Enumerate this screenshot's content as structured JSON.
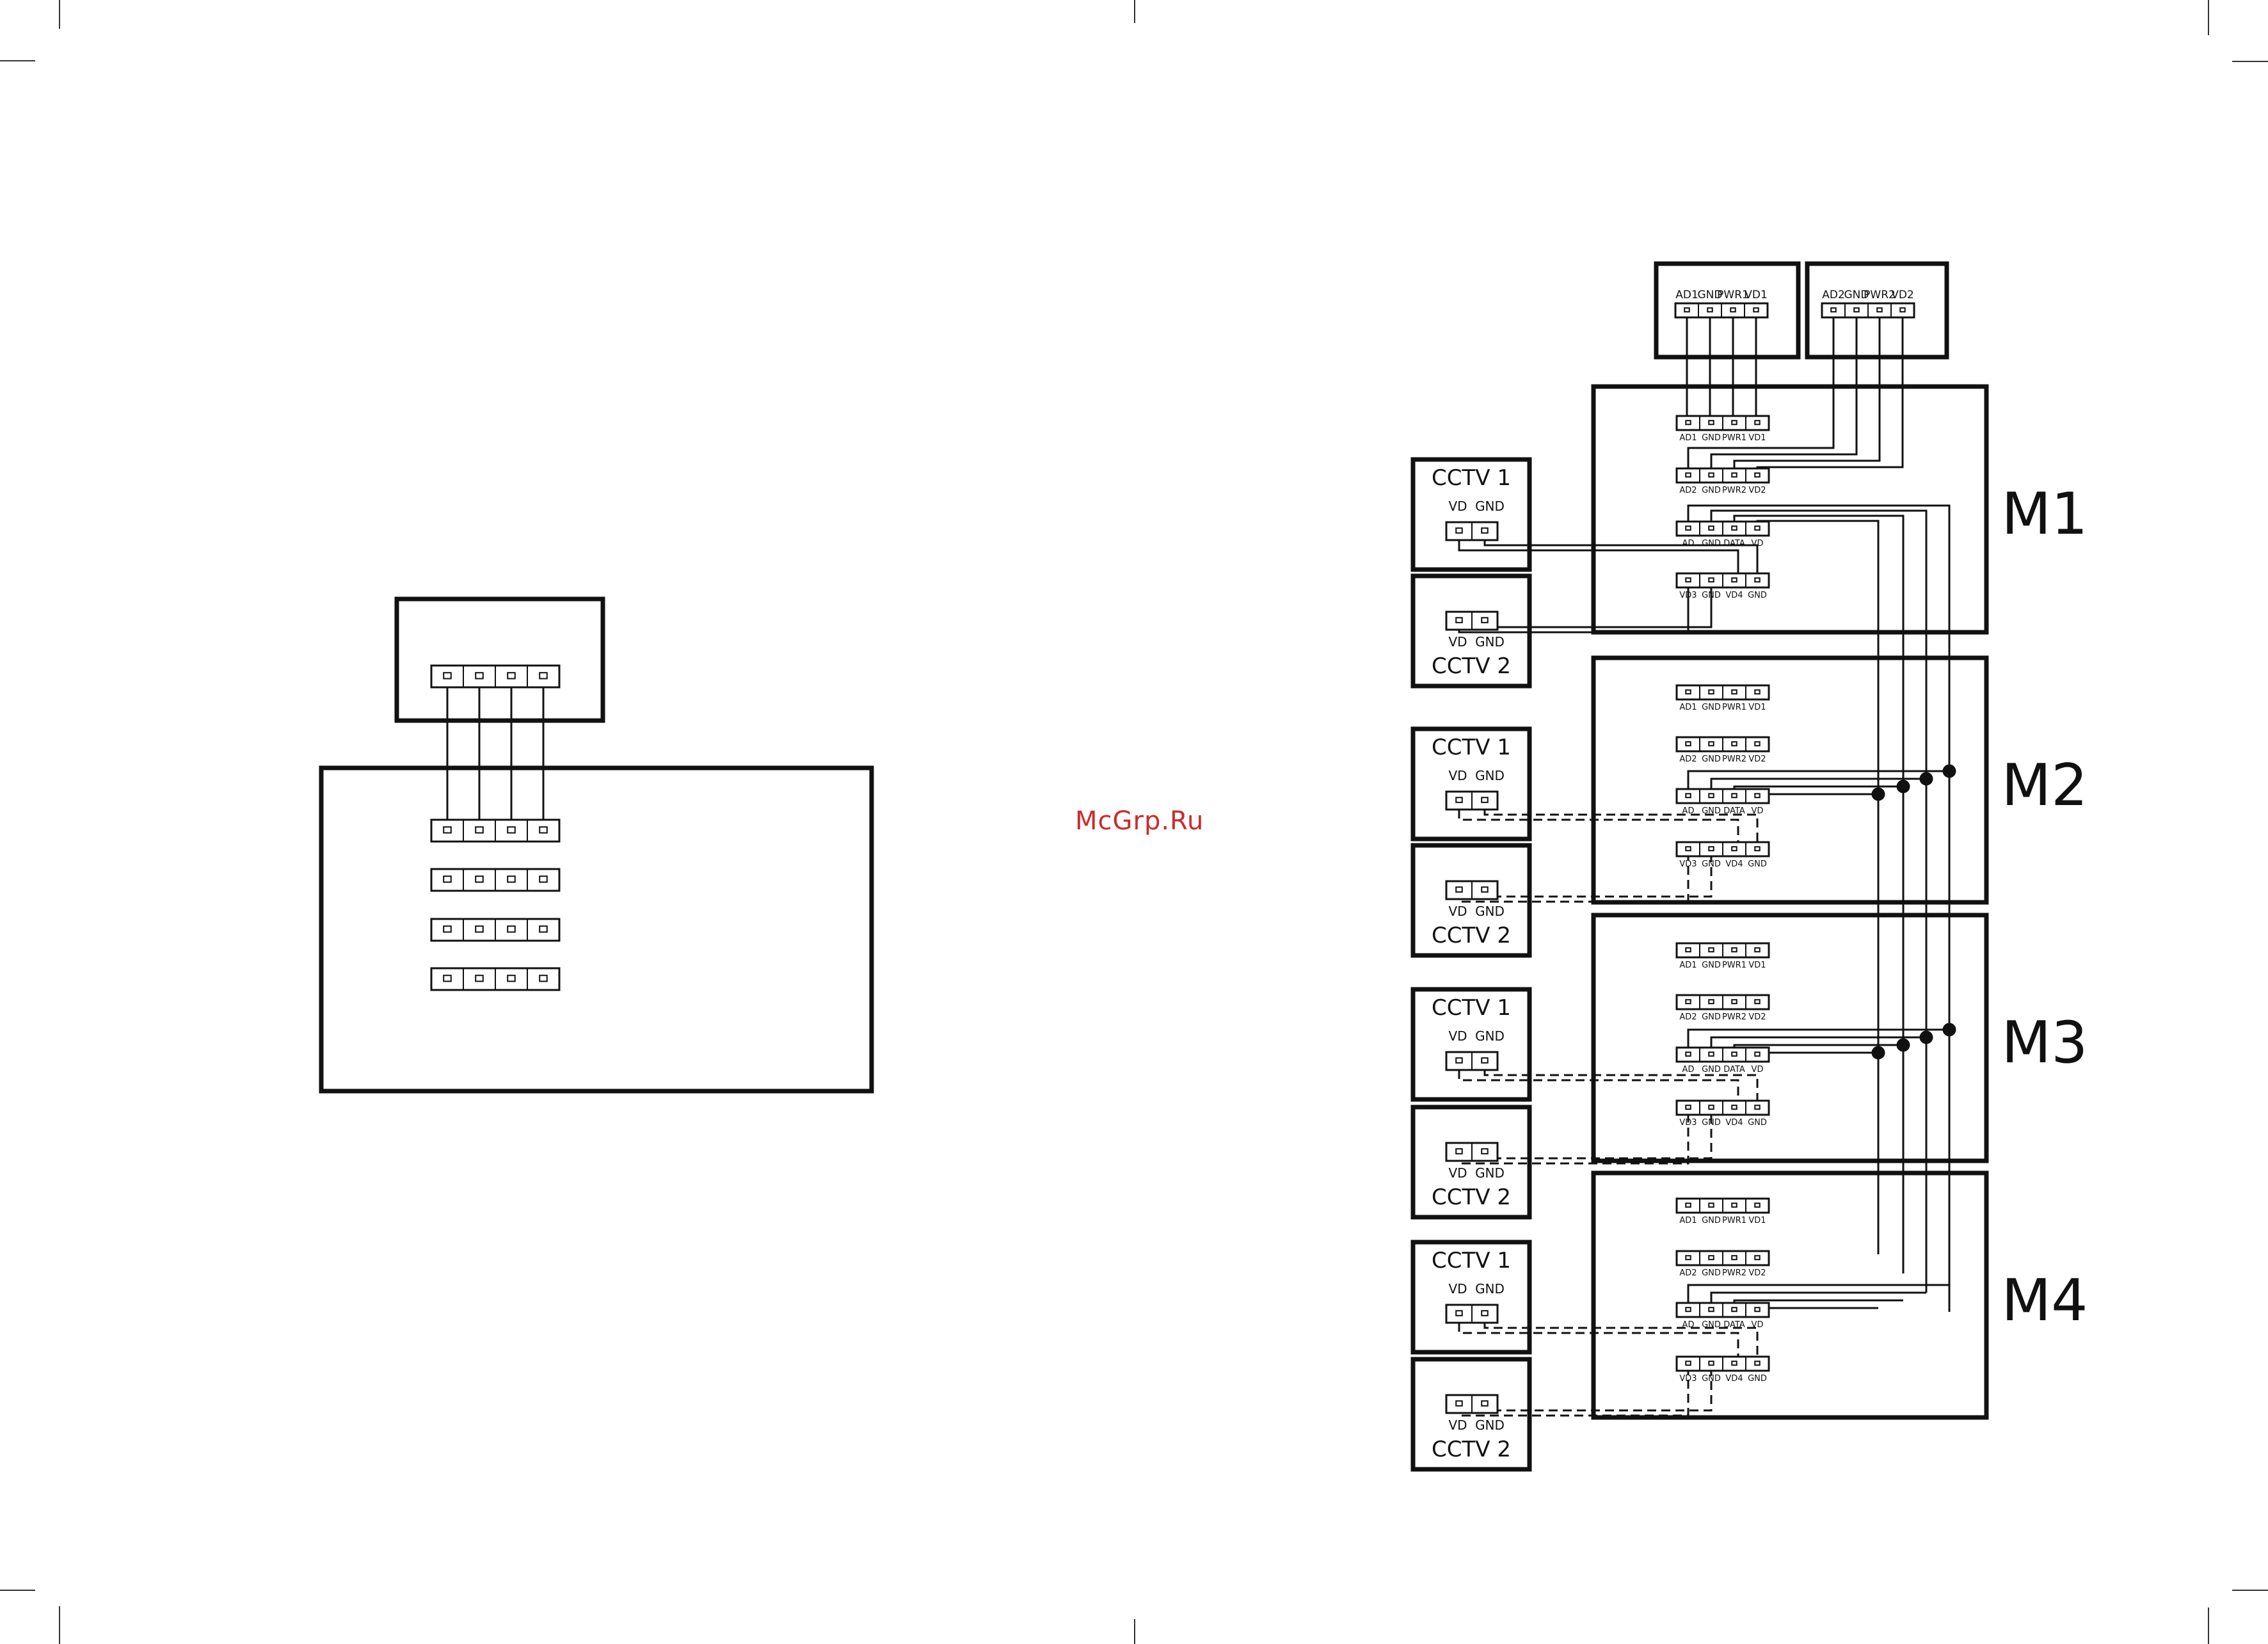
{
  "watermark": "McGrp.Ru",
  "pins_top1": [
    "AD1",
    "GND",
    "PWR1",
    "VD1"
  ],
  "pins_top2": [
    "AD2",
    "GND",
    "PWR2",
    "VD2"
  ],
  "pins_row1": [
    "AD1",
    "GND",
    "PWR1",
    "VD1"
  ],
  "pins_row2": [
    "AD2",
    "GND",
    "PWR2",
    "VD2"
  ],
  "pins_row3": [
    "AD",
    "GND",
    "DATA",
    "VD"
  ],
  "pins_row4": [
    "VD3",
    "GND",
    "VD4",
    "GND"
  ],
  "cctv_pins": [
    "VD",
    "GND"
  ],
  "cctv1": "CCTV 1",
  "cctv2": "CCTV 2",
  "modules": [
    "M1",
    "M2",
    "M3",
    "M4"
  ]
}
